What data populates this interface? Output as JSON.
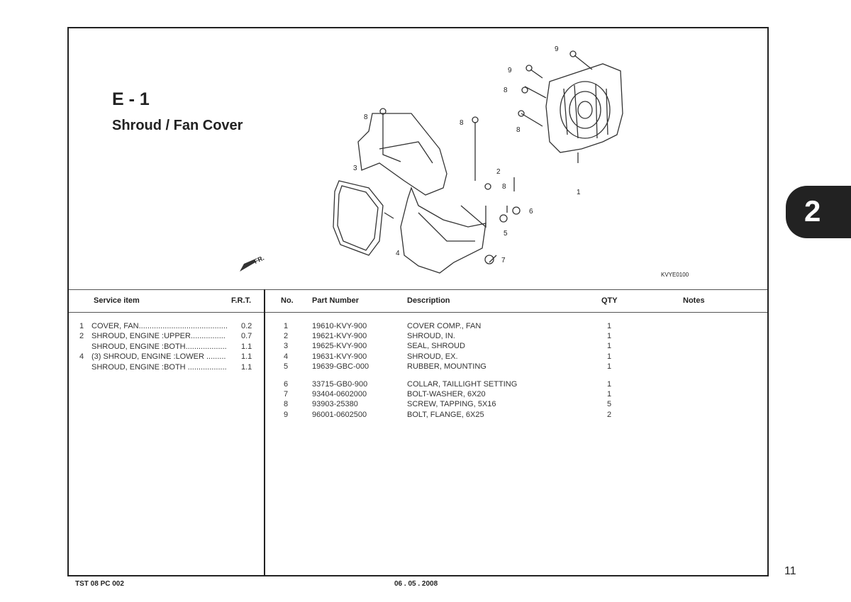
{
  "section": {
    "code": "E - 1",
    "title": "Shroud / Fan Cover",
    "tab_number": "2"
  },
  "diagram": {
    "code": "KVYE0100",
    "front_label": "FR.",
    "callouts": [
      "1",
      "2",
      "3",
      "4",
      "5",
      "6",
      "7",
      "8",
      "9"
    ]
  },
  "service_table": {
    "headers": {
      "item": "Service item",
      "frt": "F.R.T."
    },
    "rows": [
      {
        "no": "1",
        "name": "COVER, FAN.........................................",
        "frt": "0.2"
      },
      {
        "no": "2",
        "name": "SHROUD, ENGINE :UPPER................",
        "frt": "0.7"
      },
      {
        "no": "",
        "name": "SHROUD, ENGINE :BOTH...................",
        "frt": "1.1"
      },
      {
        "no": "4",
        "name": "(3) SHROUD, ENGINE :LOWER .........",
        "frt": "1.1"
      },
      {
        "no": "",
        "name": "SHROUD, ENGINE :BOTH ..................",
        "frt": "1.1"
      }
    ]
  },
  "parts_table": {
    "headers": {
      "no": "No.",
      "part_number": "Part Number",
      "description": "Description",
      "qty": "QTY",
      "notes": "Notes"
    },
    "rows": [
      {
        "no": "1",
        "part_number": "19610-KVY-900",
        "description": "COVER COMP., FAN",
        "qty": "1"
      },
      {
        "no": "2",
        "part_number": "19621-KVY-900",
        "description": "SHROUD, IN.",
        "qty": "1"
      },
      {
        "no": "3",
        "part_number": "19625-KVY-900",
        "description": "SEAL, SHROUD",
        "qty": "1"
      },
      {
        "no": "4",
        "part_number": "19631-KVY-900",
        "description": "SHROUD, EX.",
        "qty": "1"
      },
      {
        "no": "5",
        "part_number": "19639-GBC-000",
        "description": "RUBBER, MOUNTING",
        "qty": "1"
      },
      {
        "no": "6",
        "part_number": "33715-GB0-900",
        "description": "COLLAR, TAILLIGHT SETTING",
        "qty": "1"
      },
      {
        "no": "7",
        "part_number": "93404-0602000",
        "description": "BOLT-WASHER, 6X20",
        "qty": "1"
      },
      {
        "no": "8",
        "part_number": "93903-25380",
        "description": "SCREW, TAPPING, 5X16",
        "qty": "5"
      },
      {
        "no": "9",
        "part_number": "96001-0602500",
        "description": "BOLT, FLANGE, 6X25",
        "qty": "2"
      }
    ]
  },
  "page_number": "11",
  "footer": {
    "doc_code": "TST 08 PC 002",
    "date": "06 . 05 . 2008"
  }
}
